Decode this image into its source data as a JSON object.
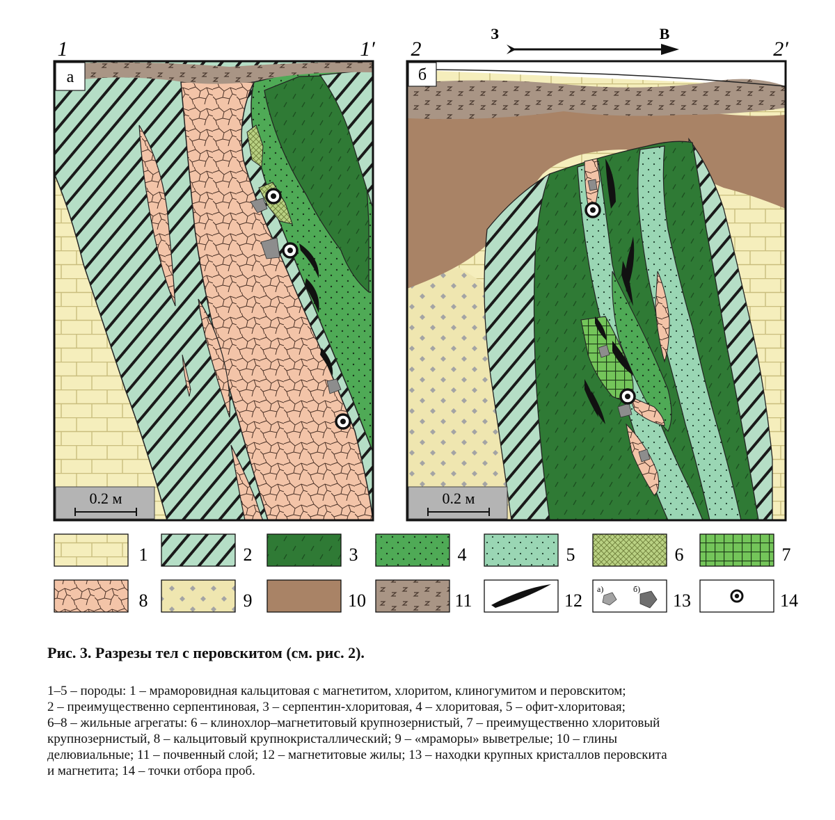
{
  "panel_a": {
    "label": "а",
    "corner_left": "1",
    "corner_right": "1′",
    "scale": "0.2 м"
  },
  "panel_b": {
    "label": "б",
    "corner_left": "2",
    "corner_right": "2′",
    "scale": "0.2 м",
    "direction_from": "З",
    "direction_to": "В"
  },
  "legend": [
    {
      "number": "1",
      "pattern": "bricks",
      "color": "#f5eebc"
    },
    {
      "number": "2",
      "pattern": "hatch",
      "color": "#b5dec6"
    },
    {
      "number": "3",
      "pattern": "dark-green-dashes",
      "color": "#2f7a35"
    },
    {
      "number": "4",
      "pattern": "green-dots",
      "color": "#4faa56"
    },
    {
      "number": "5",
      "pattern": "pale-green-dots",
      "color": "#9ad6b4"
    },
    {
      "number": "6",
      "pattern": "crosshatch",
      "color": "#b9d183"
    },
    {
      "number": "7",
      "pattern": "grid",
      "color": "#74c55a"
    },
    {
      "number": "8",
      "pattern": "cracks",
      "color": "#f3c4a8"
    },
    {
      "number": "9",
      "pattern": "diamonds",
      "color": "#efe6b0"
    },
    {
      "number": "10",
      "pattern": "solid",
      "color": "#a98366"
    },
    {
      "number": "11",
      "pattern": "soil",
      "color": "#a99585"
    },
    {
      "number": "12",
      "pattern": "black-vein",
      "color": "#111111"
    },
    {
      "number": "13",
      "pattern": "crystals",
      "color": "#8d8d8d",
      "sub_a": "а)",
      "sub_b": "б)"
    },
    {
      "number": "14",
      "pattern": "sample-point",
      "color": "#111111"
    }
  ],
  "caption": {
    "title": "Рис. 3. Разрезы тел с перовскитом (см. рис. 2).",
    "lines": [
      "1–5 – породы: 1 – мраморовидная кальцитовая с магнетитом, хлоритом, клиногумитом и перовскитом;",
      "2 – преимущественно серпентиновая, 3 – серпентин-хлоритовая, 4 – хлоритовая, 5 – офит-хлоритовая;",
      "6–8 – жильные агрегаты: 6 – клинохлор–магнетитовый крупнозернистый, 7 – преимущественно хлоритовый",
      "крупнозернистый, 8 – кальцитовый крупнокристаллический; 9 – «мраморы» выветрелые; 10 – глины",
      "делювиальные; 11 – почвенный слой; 12 – магнетитовые жилы; 13 – находки крупных кристаллов перовскита",
      "и магнетита; 14 – точки отбора проб."
    ]
  }
}
